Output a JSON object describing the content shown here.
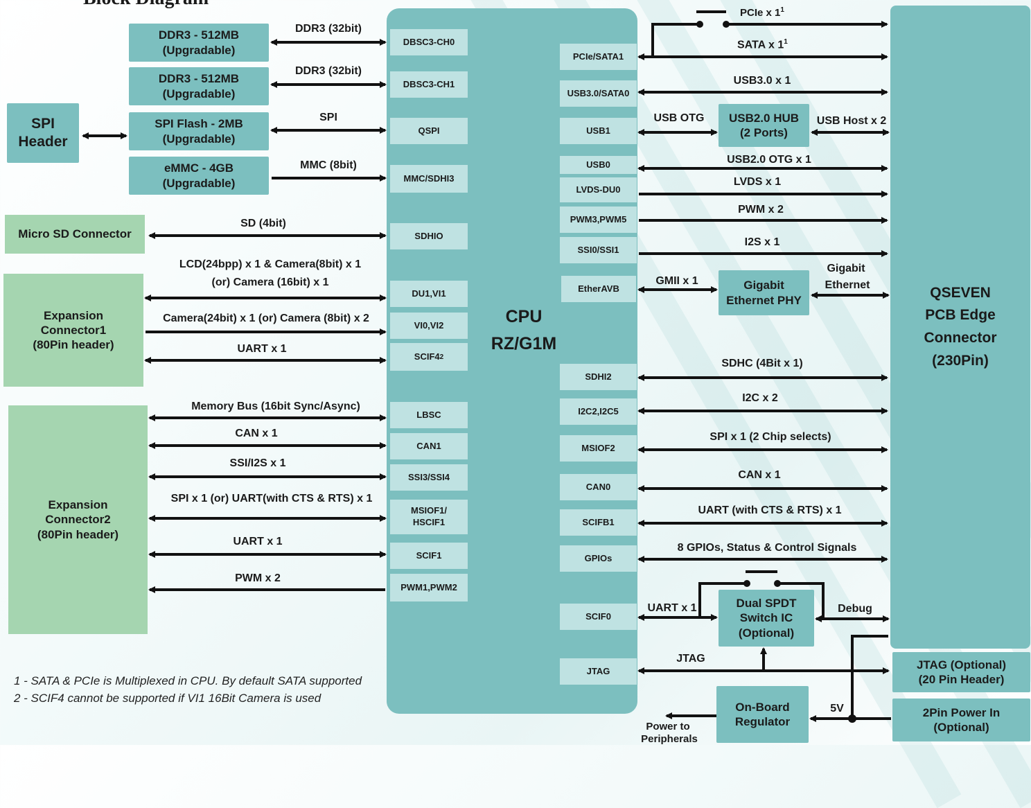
{
  "header_fragment": "Block Diagram",
  "cpu": {
    "line1": "CPU",
    "line2": "RZ/G1M"
  },
  "qseven": {
    "l1": "QSEVEN",
    "l2": "PCB Edge",
    "l3": "Connector",
    "l4": "(230Pin)"
  },
  "left_blocks": {
    "ddr3_0": {
      "l1": "DDR3 - 512MB",
      "l2": "(Upgradable)"
    },
    "ddr3_1": {
      "l1": "DDR3 - 512MB",
      "l2": "(Upgradable)"
    },
    "spi_flash": {
      "l1": "SPI Flash - 2MB",
      "l2": "(Upgradable)"
    },
    "emmc": {
      "l1": "eMMC - 4GB",
      "l2": "(Upgradable)"
    },
    "spi_header": {
      "l1": "SPI",
      "l2": "Header"
    },
    "micro_sd": "Micro SD Connector",
    "exp1": {
      "l1": "Expansion",
      "l2": "Connector1",
      "l3": "(80Pin header)"
    },
    "exp2": {
      "l1": "Expansion",
      "l2": "Connector2",
      "l3": "(80Pin header)"
    }
  },
  "cpu_left_ports": [
    "DBSC3-CH0",
    "DBSC3-CH1",
    "QSPI",
    "MMC/SDHI3",
    "SDHIO",
    "DU1,VI1",
    "VI0,VI2",
    "SCIF4",
    "LBSC",
    "CAN1",
    "SSI3/SSI4",
    "MSIOF1/",
    "HSCIF1",
    "SCIF1",
    "PWM1,PWM2"
  ],
  "scif4_sup": "2",
  "cpu_right_ports": [
    "PCIe/SATA1",
    "USB3.0/SATA0",
    "USB1",
    "USB0",
    "LVDS-DU0",
    "PWM3,PWM5",
    "SSI0/SSI1",
    "EtherAVB",
    "SDHI2",
    "I2C2,I2C5",
    "MSIOF2",
    "CAN0",
    "SCIFB1",
    "GPIOs",
    "SCIF0",
    "JTAG"
  ],
  "left_labels": {
    "ddr0": "DDR3 (32bit)",
    "ddr1": "DDR3 (32bit)",
    "spi": "SPI",
    "mmc": "MMC (8bit)",
    "sd": "SD (4bit)",
    "lcd1": "LCD(24bpp) x 1 & Camera(8bit) x 1",
    "lcd2": "(or) Camera (16bit) x 1",
    "cam": "Camera(24bit) x 1 (or) Camera (8bit) x 2",
    "uart4": "UART x 1",
    "membus": "Memory Bus (16bit Sync/Async)",
    "can1": "CAN x 1",
    "ssi": "SSI/I2S x 1",
    "spiuart": "SPI x 1 (or) UART(with CTS & RTS) x 1",
    "uart1": "UART x 1",
    "pwm2": "PWM x 2"
  },
  "right_labels": {
    "pcie": "PCIe x 1",
    "pcie_sup": "1",
    "sata": "SATA x 1",
    "sata_sup": "1",
    "usb3": "USB3.0 x 1",
    "usbotg": "USB OTG",
    "usbhost": "USB Host x 2",
    "usb2otg": "USB2.0 OTG x 1",
    "lvds": "LVDS x 1",
    "pwm": "PWM x 2",
    "i2s": "I2S x 1",
    "gmii": "GMII x 1",
    "gige1": "Gigabit",
    "gige2": "Ethernet",
    "sdhc": "SDHC (4Bit x 1)",
    "i2c": "I2C x 2",
    "spi": "SPI x 1 (2 Chip selects)",
    "can": "CAN x 1",
    "uart": "UART (with CTS & RTS) x 1",
    "gpio": "8 GPIOs, Status & Control Signals",
    "uart0": "UART x 1",
    "debug": "Debug",
    "jtag": "JTAG",
    "v5": "5V",
    "pwr1": "Power to",
    "pwr2": "Peripherals"
  },
  "right_blocks": {
    "usbhub": {
      "l1": "USB2.0 HUB",
      "l2": "(2 Ports)"
    },
    "phy": {
      "l1": "Gigabit",
      "l2": "Ethernet PHY"
    },
    "switch": {
      "l1": "Dual SPDT",
      "l2": "Switch IC",
      "l3": "(Optional)"
    },
    "regulator": {
      "l1": "On-Board",
      "l2": "Regulator"
    },
    "jtag_hdr": {
      "l1": "JTAG (Optional)",
      "l2": "(20 Pin Header)"
    },
    "power_in": {
      "l1": "2Pin Power In",
      "l2": "(Optional)"
    }
  },
  "notes": {
    "n1": "1 - SATA  &  PCIe is Multiplexed in CPU. By default SATA supported",
    "n2": "2 - SCIF4 cannot be supported if VI1 16Bit Camera is used"
  }
}
